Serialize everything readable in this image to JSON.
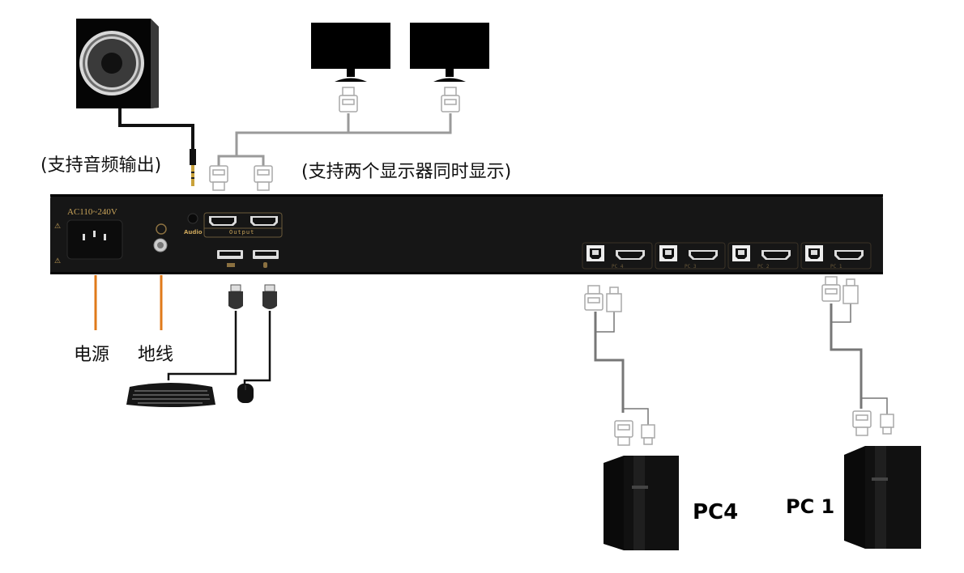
{
  "labels": {
    "audio_support": "(支持音频输出)",
    "dual_display_support": "(支持两个显示器同时显示)",
    "power": "电源",
    "ground": "地线",
    "pc4": "PC4",
    "pc1": "PC 1"
  },
  "device_panel": {
    "voltage": "AC110~240V",
    "audio_port": "Audio",
    "output_group": "Output",
    "pc_port_groups": [
      "PC 4",
      "PC 3",
      "PC 2",
      "PC 1"
    ]
  },
  "colors": {
    "panel": "#1a1a1a",
    "panel_text": "#c9a45a",
    "leader_line": "#e07a1a",
    "cable_gray": "#8a8a8a",
    "cable_black": "#111111"
  }
}
